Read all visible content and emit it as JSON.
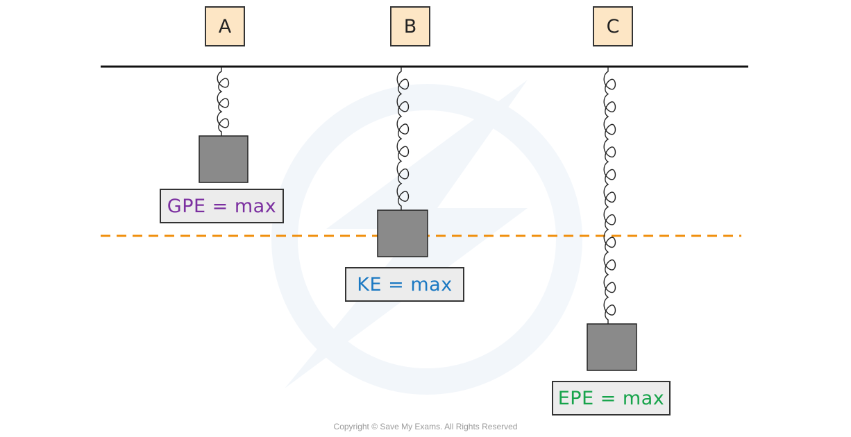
{
  "labels": {
    "a": "A",
    "b": "B",
    "c": "C"
  },
  "energy": {
    "a": "GPE = max",
    "b": "KE = max",
    "c": "EPE = max"
  },
  "colors": {
    "gpe": "#7b2fa0",
    "ke": "#1a78c2",
    "epe": "#16a34a",
    "equilibrium_line": "#f0900f",
    "mass": "#8a8a8a",
    "label_fill": "#fde6c5",
    "box_fill": "#ececec"
  },
  "copyright": "Copyright © Save My Exams. All Rights Reserved"
}
